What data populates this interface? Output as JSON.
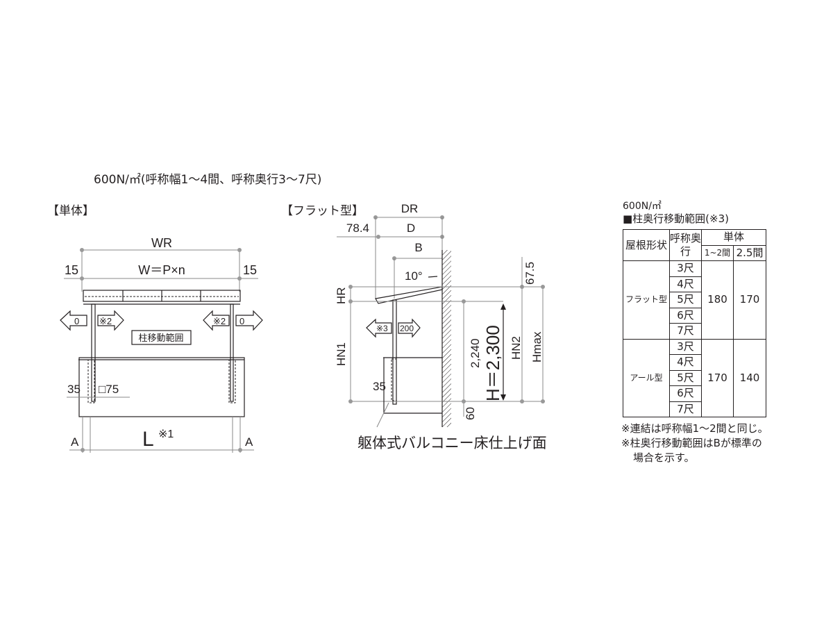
{
  "header": {
    "load_spec": "600N/㎡(呼称幅1～4間、呼称奥行3～7尺)"
  },
  "single": {
    "title": "【単体】",
    "wr": "WR",
    "w_formula": "W＝P×n",
    "margin_left": "15",
    "margin_right": "15",
    "arrow_out_left": "0",
    "arrow_in_left": "※2",
    "arrow_in_right": "※2",
    "arrow_out_right": "0",
    "post_range_label": "柱移動範囲",
    "post_offset": "35",
    "post_size": "□75",
    "l_label": "L",
    "l_note": "※1",
    "a_left": "A",
    "a_right": "A"
  },
  "flat": {
    "title": "【フラット型】",
    "dr": "DR",
    "d": "D",
    "b": "B",
    "overhang": "78.4",
    "angle": "10°",
    "top_dim": "67.5",
    "hr": "HR",
    "hn1": "HN1",
    "hn2": "HN2",
    "hmax": "Hmax",
    "h": "H＝2,300",
    "dim_2240": "2,240",
    "dim_60": "60",
    "post_offset": "35",
    "arrow_back": "※3",
    "arrow_forward": "200",
    "floor_label": "躯体式バルコニー床仕上げ面"
  },
  "table": {
    "load": "600N/㎡",
    "title": "■柱奥行移動範囲(※3)",
    "headers": {
      "roof_shape": "屋根形状",
      "depth": "呼称奥行",
      "single": "単体",
      "w12": "1~2間",
      "w25": "2.5間"
    },
    "groups": [
      {
        "roof": "フラット型",
        "depths": [
          "3尺",
          "4尺",
          "5尺",
          "6尺",
          "7尺"
        ],
        "w12": "180",
        "w25": "170"
      },
      {
        "roof": "アール型",
        "depths": [
          "3尺",
          "4尺",
          "5尺",
          "6尺",
          "7尺"
        ],
        "w12": "170",
        "w25": "140"
      }
    ],
    "notes": [
      "※連結は呼称幅1～2間と同じ。",
      "※柱奥行移動範囲はBが標準の",
      "場合を示す。"
    ]
  }
}
